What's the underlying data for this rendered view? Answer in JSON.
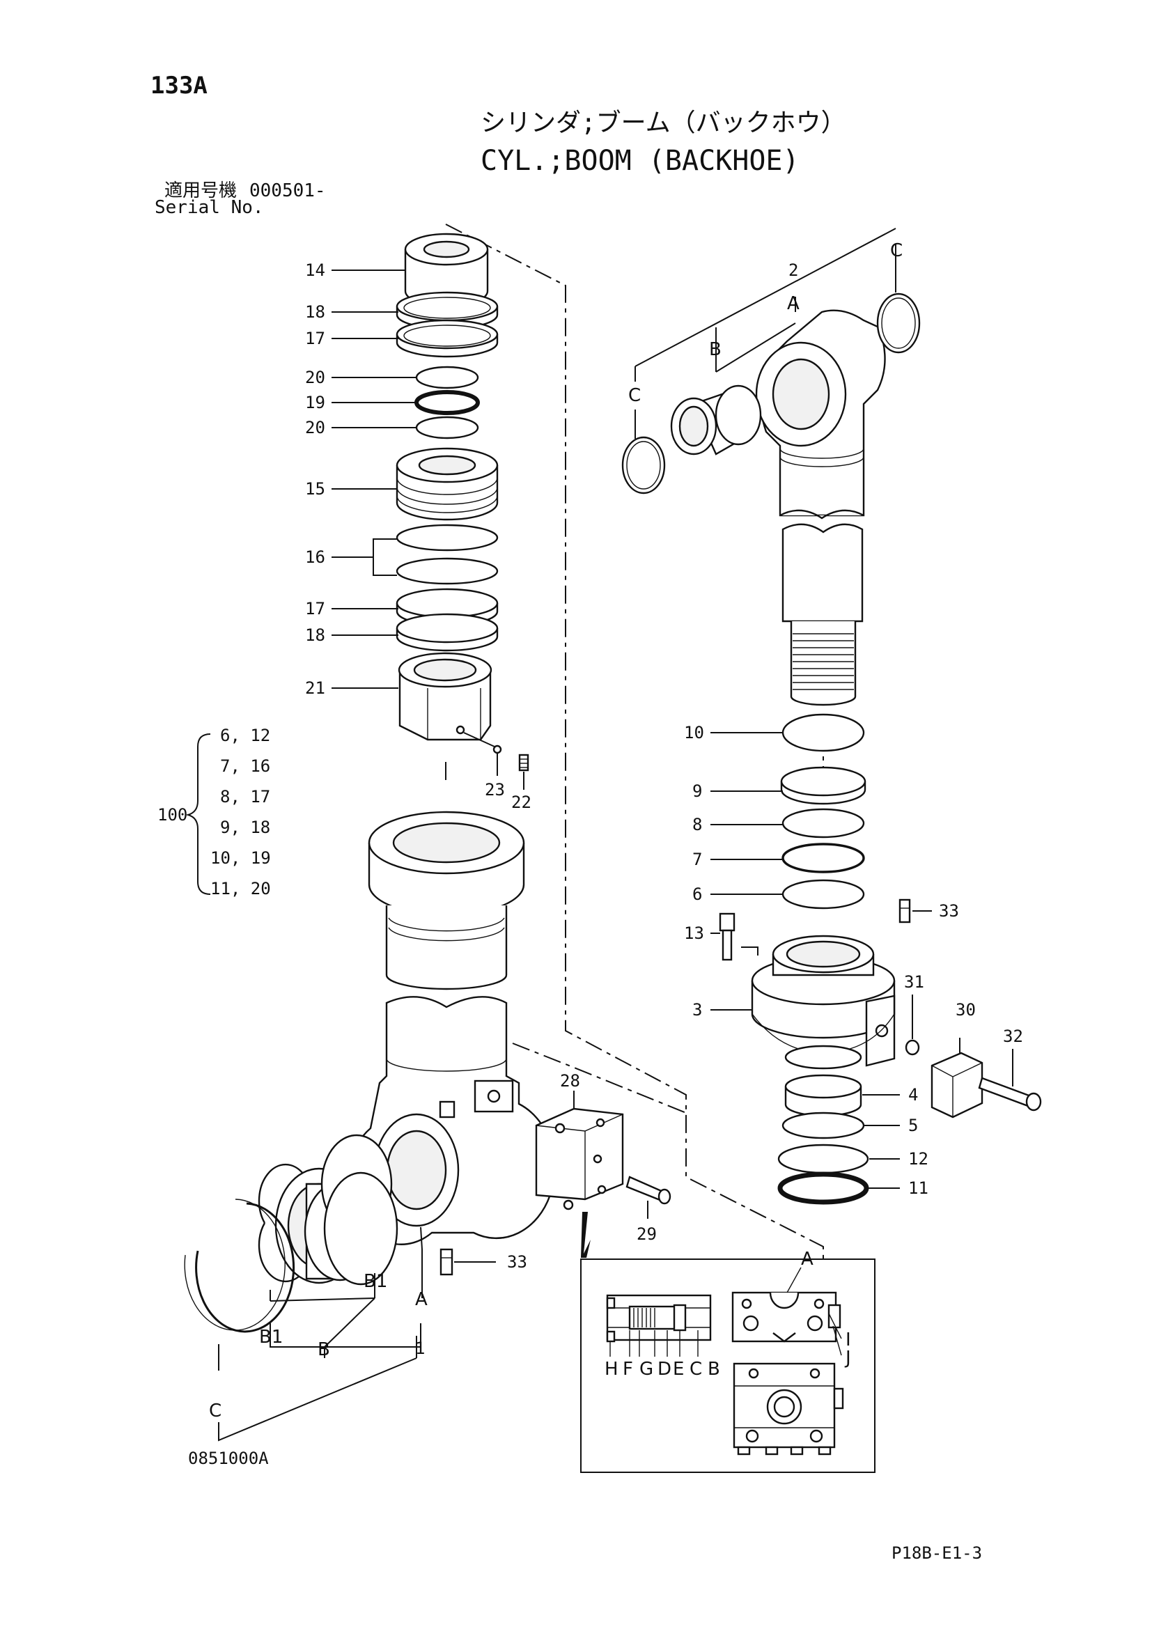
{
  "header": {
    "page_code": "133A",
    "title_jp": "シリンダ;ブーム（バックホウ）",
    "title_en": "CYL.;BOOM (BACKHOE)",
    "serial_label_jp": "適用号機",
    "serial_label_en": "Serial No.",
    "serial_value": "000501-"
  },
  "left_labels": {
    "l14": "14",
    "l18a": "18",
    "l17a": "17",
    "l20a": "20",
    "l19": "19",
    "l20b": "20",
    "l15": "15",
    "l16": "16",
    "l17b": "17",
    "l18b": "18",
    "l21": "21",
    "l23": "23",
    "l22": "22",
    "l28": "28",
    "l29": "29",
    "l33b": "33",
    "lA": "A",
    "l1": "1",
    "lB1a": "B1",
    "lB1b": "B1",
    "lB": "B",
    "lC": "C"
  },
  "kit": {
    "number": "100",
    "items": [
      "6, 12",
      "7, 16",
      "8, 17",
      "9, 18",
      "10, 19",
      "11, 20"
    ]
  },
  "right_labels": {
    "l2": "2",
    "lA": "A",
    "lB": "B",
    "lC1": "C",
    "lC2": "C",
    "l10": "10",
    "l9": "9",
    "l8": "8",
    "l7": "7",
    "l6": "6",
    "l13": "13",
    "l33a": "33",
    "l3": "3",
    "l31": "31",
    "l30": "30",
    "l32": "32",
    "l4": "4",
    "l5": "5",
    "l12": "12",
    "l11": "11"
  },
  "detail": {
    "top_label": "A",
    "row_letters": [
      "H",
      "F",
      "G",
      "D",
      "E",
      "C",
      "B"
    ],
    "label_I": "I",
    "label_J": "J"
  },
  "footer": {
    "drawing_no": "0851000A",
    "page_ref": "P18B-E1-3"
  }
}
